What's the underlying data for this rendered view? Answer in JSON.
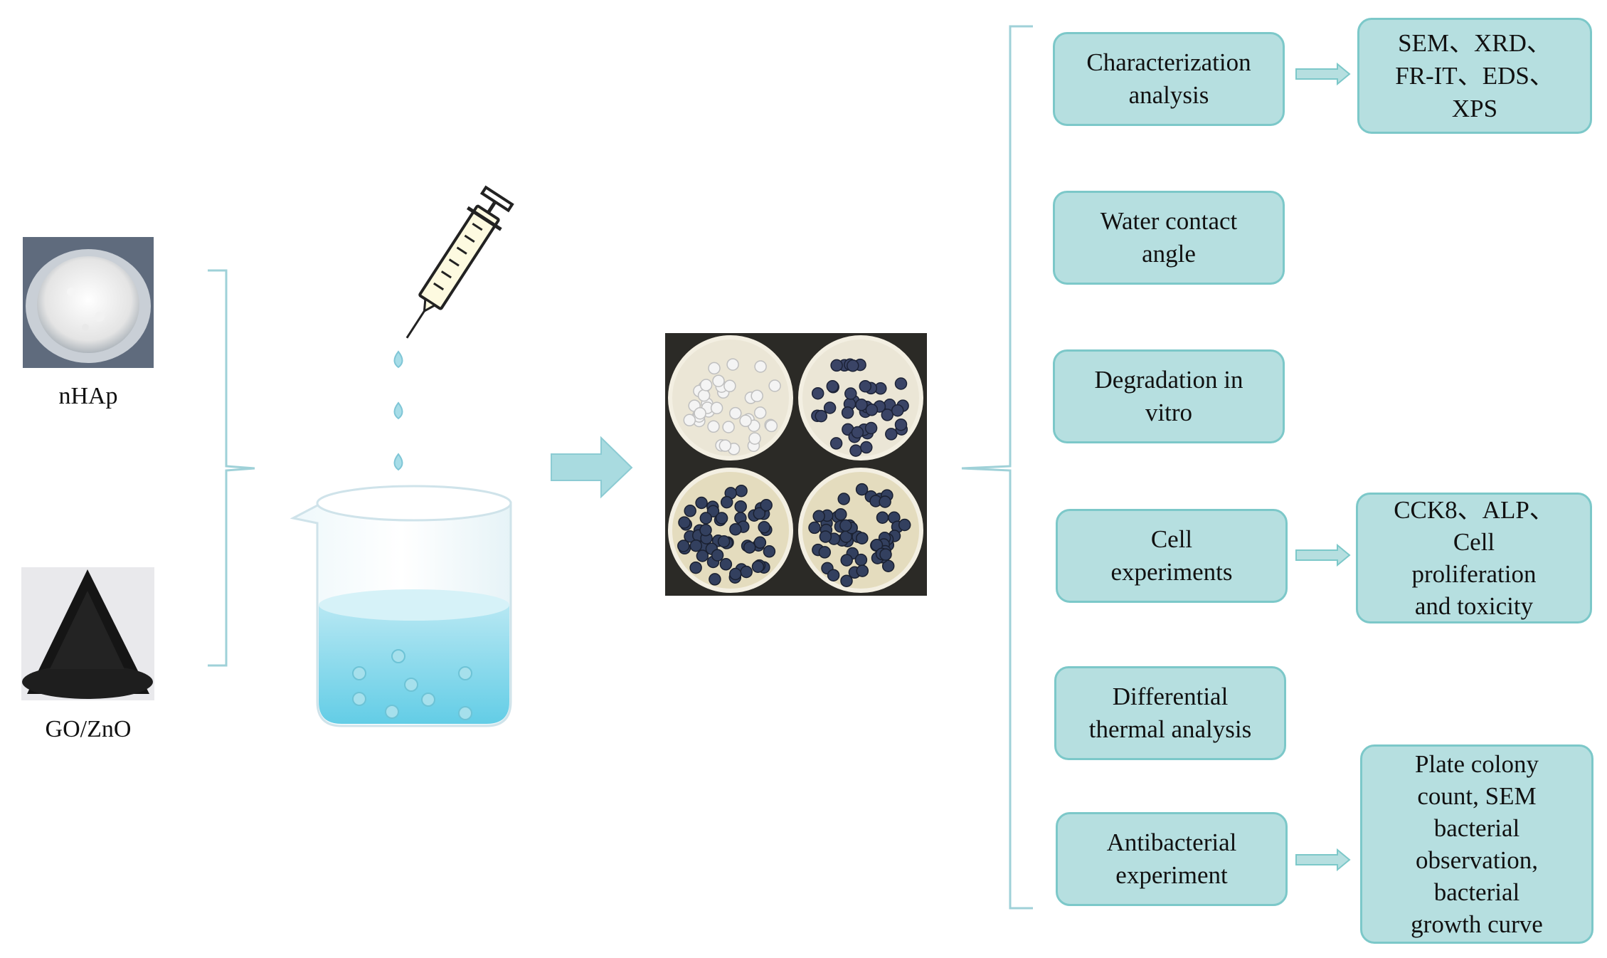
{
  "materials": {
    "nhap_label": "nHAp",
    "gozno_label": "GO/ZnO"
  },
  "analyses": [
    {
      "name": "analysis-characterization",
      "lines": [
        "Characterization",
        "analysis"
      ]
    },
    {
      "name": "analysis-water-contact-angle",
      "lines": [
        "Water contact",
        "angle"
      ]
    },
    {
      "name": "analysis-degradation",
      "lines": [
        "Degradation in",
        "vitro"
      ]
    },
    {
      "name": "analysis-cell-experiments",
      "lines": [
        "Cell",
        "experiments"
      ]
    },
    {
      "name": "analysis-differential-thermal",
      "lines": [
        "Differential",
        "thermal analysis"
      ]
    },
    {
      "name": "analysis-antibacterial",
      "lines": [
        "Antibacterial",
        "experiment"
      ]
    }
  ],
  "details": [
    {
      "name": "detail-characterization-methods",
      "lines": [
        "SEM、XRD、",
        "FR-IT、EDS、",
        "XPS"
      ]
    },
    {
      "name": "detail-cell-methods",
      "lines": [
        "CCK8、ALP、",
        "Cell",
        "proliferation",
        "and toxicity"
      ]
    },
    {
      "name": "detail-antibacterial-methods",
      "lines": [
        "Plate colony",
        "count, SEM",
        "bacterial",
        "observation,",
        "bacterial",
        "growth curve"
      ]
    }
  ],
  "colors": {
    "box_fill": "#b6dfe0",
    "box_border": "#7cc8c9",
    "arrow": "#a9dbe0",
    "water": "#7fd3e8"
  }
}
